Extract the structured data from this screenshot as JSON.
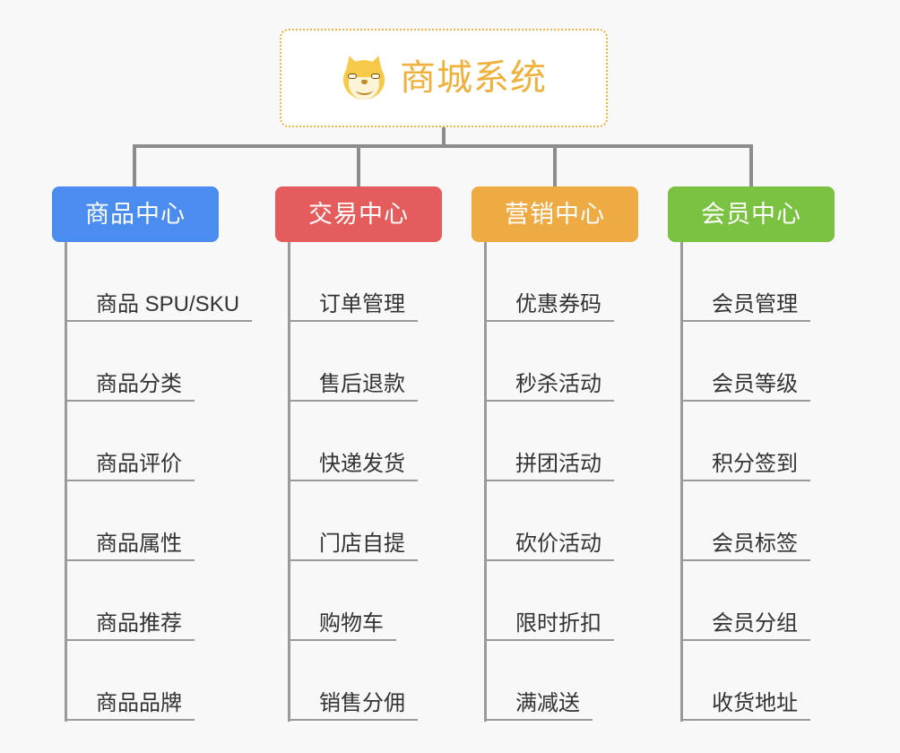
{
  "background_color": "#f8f8f8",
  "root": {
    "icon": "shiba-dog-face-emoji",
    "title": "商城系统",
    "text_color": "#f0b03c",
    "border_color": "#efb04a",
    "fill_color": "#ffffff"
  },
  "connector_color": "#8c8c8c",
  "columns": [
    {
      "id": "product-center",
      "label": "商品中心",
      "color": "#4a8cf0",
      "items": [
        "商品 SPU/SKU",
        "商品分类",
        "商品评价",
        "商品属性",
        "商品推荐",
        "商品品牌"
      ]
    },
    {
      "id": "trade-center",
      "label": "交易中心",
      "color": "#e45c5c",
      "items": [
        "订单管理",
        "售后退款",
        "快递发货",
        "门店自提",
        "购物车",
        "销售分佣"
      ]
    },
    {
      "id": "marketing-center",
      "label": "营销中心",
      "color": "#eeab44",
      "items": [
        "优惠券码",
        "秒杀活动",
        "拼团活动",
        "砍价活动",
        "限时折扣",
        "满减送"
      ]
    },
    {
      "id": "member-center",
      "label": "会员中心",
      "color": "#7cc242",
      "items": [
        "会员管理",
        "会员等级",
        "积分签到",
        "会员标签",
        "会员分组",
        "收货地址"
      ]
    }
  ]
}
